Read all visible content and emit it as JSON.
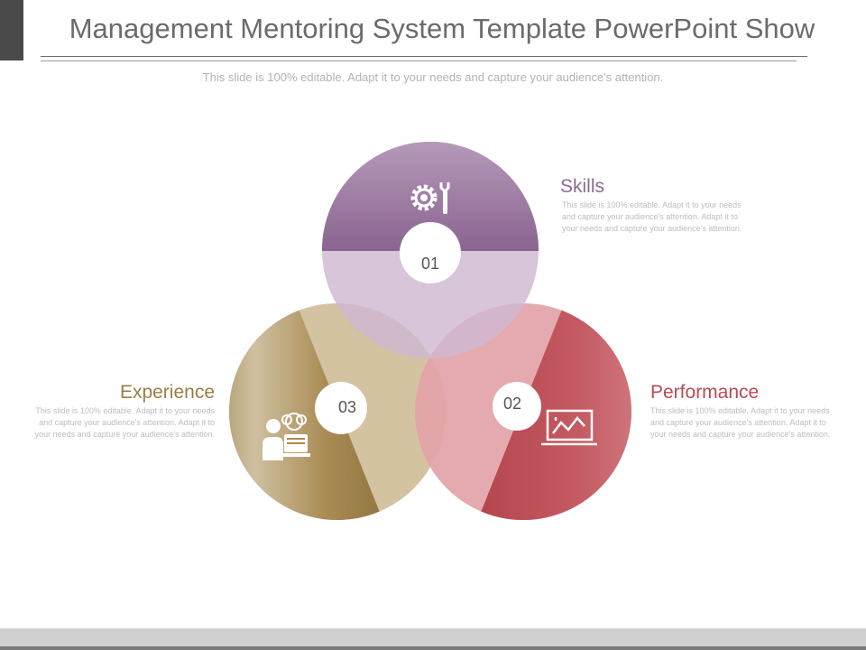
{
  "slide": {
    "title": "Management Mentoring System Template PowerPoint Show",
    "subtitle": "This slide is 100% editable. Adapt it to your needs and capture your audience's attention."
  },
  "items": [
    {
      "number": "01",
      "heading": "Skills",
      "icon": "gear-wrench-icon",
      "color": "#8f6a93",
      "description": "This slide is 100% editable. Adapt it to your needs and capture your audience's attention. Adapt it to your needs and capture your audience's attention."
    },
    {
      "number": "02",
      "heading": "Performance",
      "icon": "line-chart-board-icon",
      "color": "#b94a53",
      "description": "This slide is 100% editable. Adapt it to your needs and capture your audience's attention. Adapt it to your needs and capture your audience's attention."
    },
    {
      "number": "03",
      "heading": "Experience",
      "icon": "person-computer-icon",
      "color": "#9b7d45",
      "description": "This slide is 100% editable. Adapt it to your needs and capture your audience's attention. Adapt it to your needs and capture your audience's attention."
    }
  ]
}
